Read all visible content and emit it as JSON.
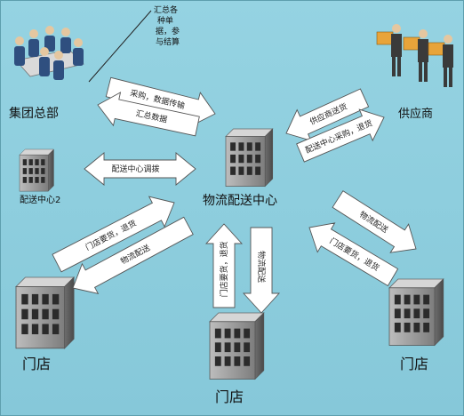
{
  "colors": {
    "background": "#8ecfdf",
    "border": "#6aa9b8",
    "arrow_fill": "#ffffff",
    "arrow_stroke": "#555555",
    "building_wall": "#9a9a9a",
    "building_roof": "#c8c8c8",
    "building_window": "#2a2a2a"
  },
  "nodes": {
    "hq": "集团总部",
    "supplier": "供应商",
    "center": "物流配送中心",
    "center2": "配送中心2",
    "store_left": "门店",
    "store_bottom": "门店",
    "store_right": "门店"
  },
  "callout": {
    "line1": "汇总各",
    "line2": "种单",
    "line3": "据，参",
    "line4": "与结算"
  },
  "arrows": {
    "hq_to_center": "采购，数据传输",
    "center_to_hq": "汇总数据",
    "supplier_to_center": "供应商送货",
    "center_to_supplier": "配送中心采购，退货",
    "center_center2": "配送中心调拨",
    "storeL_to_center": "门店要货，退货",
    "center_to_storeL": "物流配送",
    "storeB_to_center": "门店要货，退货",
    "center_to_storeB": "物流配送",
    "center_to_storeR": "物流配送",
    "storeR_to_center": "门店要货，退货"
  },
  "icons": {
    "hq": "meeting-people-icon",
    "supplier": "delivery-workers-icon",
    "building": "building-icon"
  }
}
